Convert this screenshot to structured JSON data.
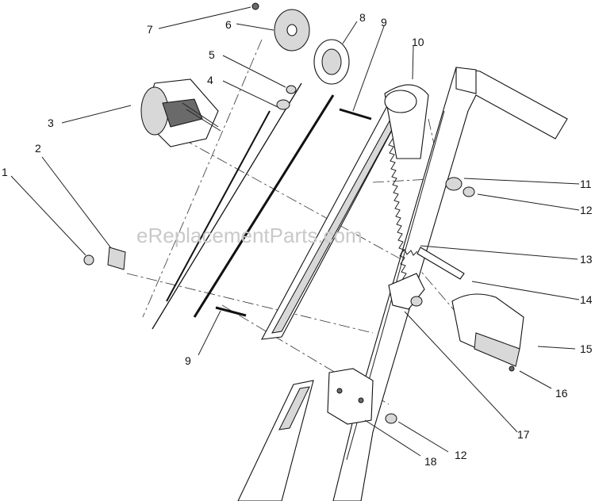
{
  "watermark": "eReplacementParts.com",
  "callouts": [
    {
      "id": "c1",
      "text": "1"
    },
    {
      "id": "c2",
      "text": "2"
    },
    {
      "id": "c3",
      "text": "3"
    },
    {
      "id": "c4",
      "text": "4"
    },
    {
      "id": "c5",
      "text": "5"
    },
    {
      "id": "c6",
      "text": "6"
    },
    {
      "id": "c7",
      "text": "7"
    },
    {
      "id": "c8",
      "text": "8"
    },
    {
      "id": "c9a",
      "text": "9"
    },
    {
      "id": "c9b",
      "text": "9"
    },
    {
      "id": "c10",
      "text": "10"
    },
    {
      "id": "c11",
      "text": "11"
    },
    {
      "id": "c12a",
      "text": "12"
    },
    {
      "id": "c12b",
      "text": "12"
    },
    {
      "id": "c13",
      "text": "13"
    },
    {
      "id": "c14",
      "text": "14"
    },
    {
      "id": "c15",
      "text": "15"
    },
    {
      "id": "c16",
      "text": "16"
    },
    {
      "id": "c17",
      "text": "17"
    },
    {
      "id": "c18",
      "text": "18"
    }
  ]
}
